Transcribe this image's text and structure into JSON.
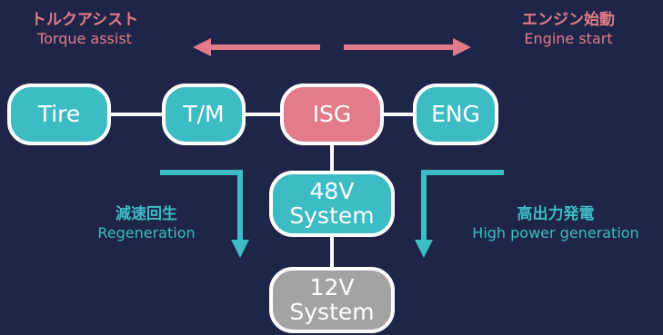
{
  "colors": {
    "background": "#1e2548",
    "teal": "#3dbcc4",
    "pink": "#e27b8a",
    "gray": "#a3a3a3",
    "white": "#ffffff"
  },
  "labels": {
    "torque_assist_jp": "トルクアシスト",
    "torque_assist_en": "Torque assist",
    "engine_start_jp": "エンジン始動",
    "engine_start_en": "Engine start",
    "regeneration_jp": "減速回生",
    "regeneration_en": "Regeneration",
    "high_power_jp": "高出力発電",
    "high_power_en": "High power generation"
  },
  "nodes": {
    "tire": "Tire",
    "tm": "T/M",
    "isg": "ISG",
    "eng": "ENG",
    "v48_line1": "48V",
    "v48_line2": "System",
    "v12_line1": "12V",
    "v12_line2": "System"
  }
}
